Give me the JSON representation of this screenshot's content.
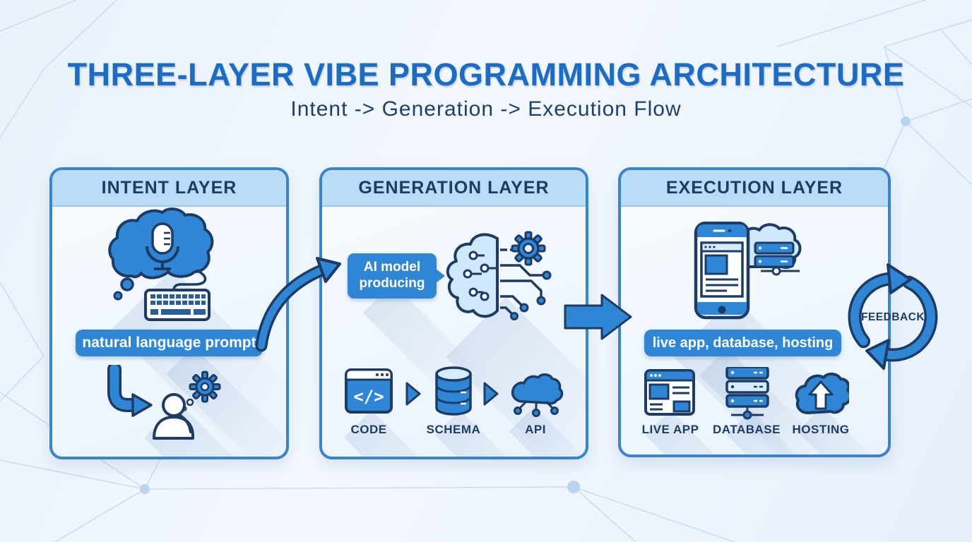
{
  "title": "THREE-LAYER VIBE PROGRAMMING ARCHITECTURE",
  "subtitle": "Intent -> Generation -> Execution Flow",
  "feedback": {
    "label": "FEEDBACK"
  },
  "colors": {
    "accent_blue": "#2e86d5",
    "panel_border": "#3a84cc",
    "panel_header_bg": "#b9ddf8",
    "navy_outline": "#1c3c66",
    "title_blue": "#1a6cc4",
    "light_icon_fill": "#cfe8fb"
  },
  "panels": {
    "intent": {
      "header": "INTENT LAYER",
      "pill": "natural language prompt",
      "icons": [
        "thought-cloud-mic-icon",
        "keyboard-icon",
        "down-right-arrow-icon",
        "thinking-person-gear-icon"
      ]
    },
    "generation": {
      "header": "GENERATION LAYER",
      "bubble": "AI model producing",
      "icons": [
        "brain-circuit-gear-icon"
      ],
      "items": [
        {
          "label": "CODE",
          "icon": "code-window-icon"
        },
        {
          "label": "SCHEMA",
          "icon": "database-cylinder-icon"
        },
        {
          "label": "API",
          "icon": "cloud-api-icon"
        }
      ]
    },
    "execution": {
      "header": "EXECUTION LAYER",
      "pill": "live app, database, hosting",
      "icons": [
        "smartphone-cloud-server-icon"
      ],
      "items": [
        {
          "label": "LIVE APP",
          "icon": "browser-window-icon"
        },
        {
          "label": "DATABASE",
          "icon": "server-stack-icon"
        },
        {
          "label": "HOSTING",
          "icon": "cloud-upload-icon"
        }
      ]
    }
  },
  "connectors": [
    "curved-arrow-intent-to-generation",
    "straight-arrow-generation-to-execution",
    "feedback-loop"
  ]
}
